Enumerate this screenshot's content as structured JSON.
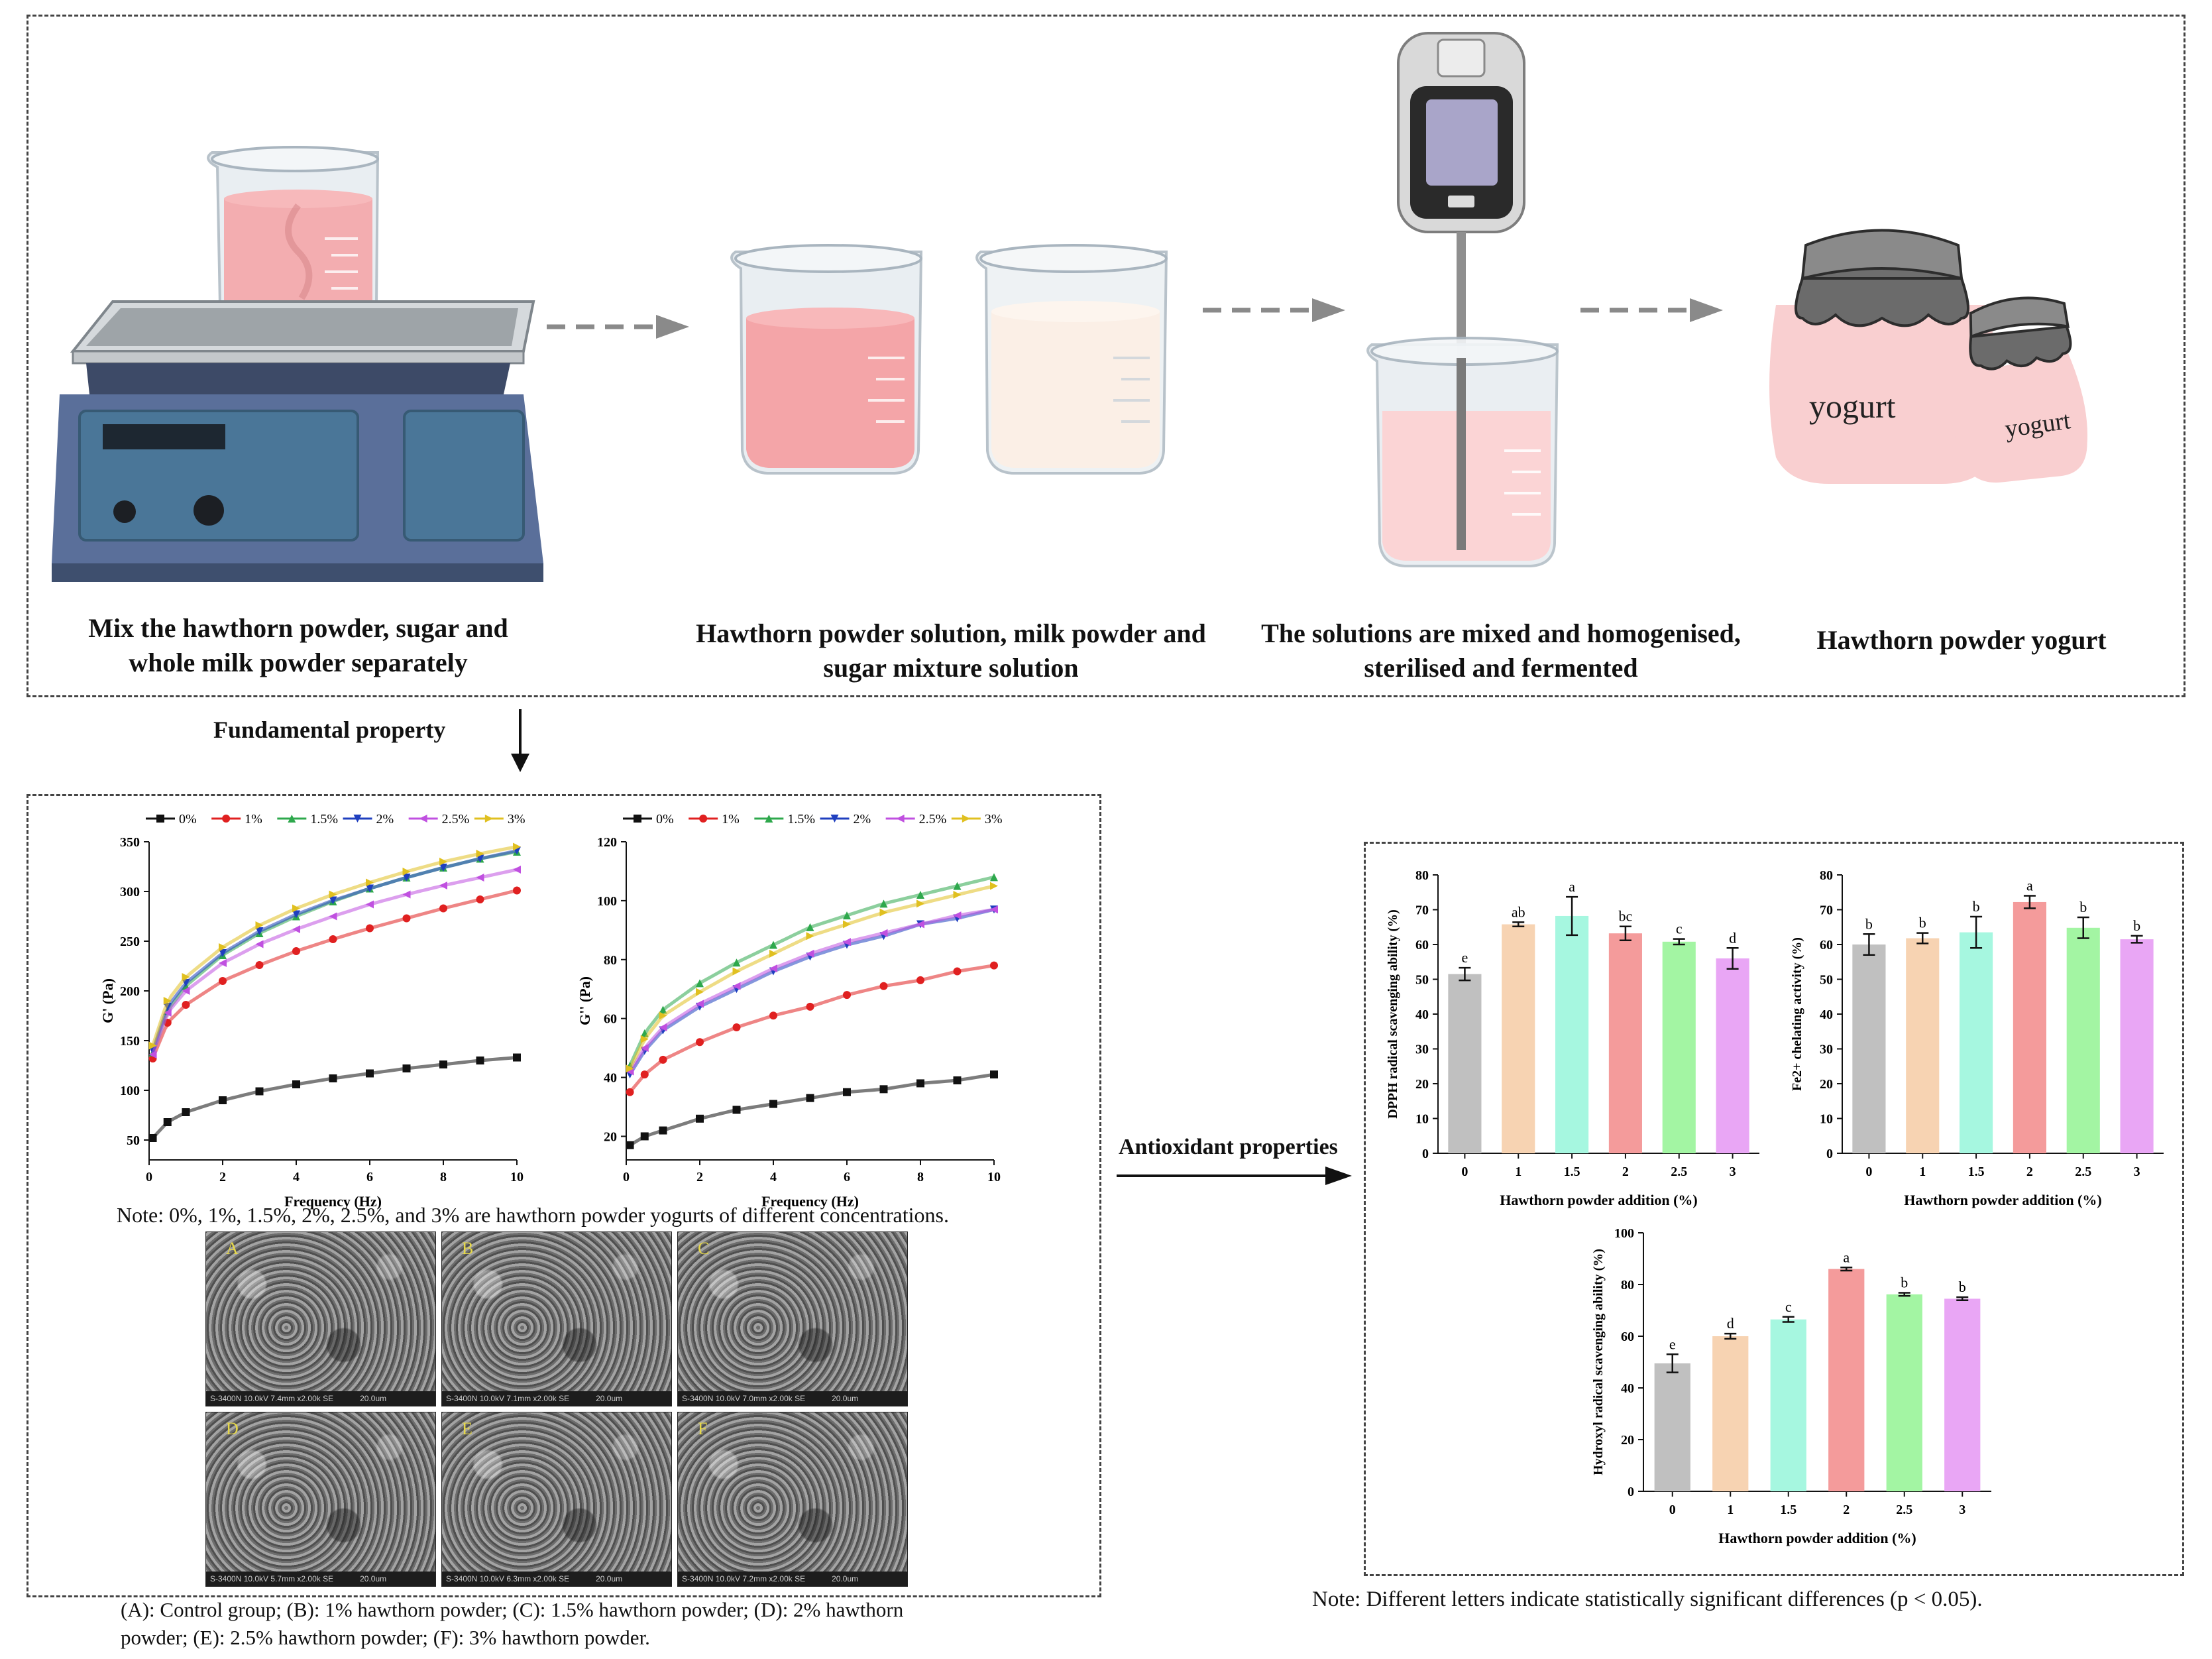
{
  "colors": {
    "beaker_pink": "#f4a5a8",
    "milk": "#fbefe6",
    "gray_arrow": "#8a8a8a",
    "scale_blue": "#4a7698",
    "hot_plate": "#3e4f6e"
  },
  "process": {
    "step1": "Mix the hawthorn powder, sugar and whole milk powder separately",
    "step2": "Hawthorn powder solution, milk powder and sugar mixture solution",
    "step3": "The solutions are mixed and homogenised, sterilised and fermented",
    "step4": "Hawthorn powder yogurt",
    "jar_label": "yogurt"
  },
  "fundamental_label": "Fundamental property",
  "antioxidant_label": "Antioxidant properties",
  "rheology_note": "Note: 0%, 1%, 1.5%, 2%, 2.5%, and 3% are hawthorn powder yogurts of different concentrations.",
  "sem": {
    "panels": [
      {
        "letter": "A",
        "info": "S-3400N 10.0kV 7.4mm x2.00k SE",
        "scale": "20.0um"
      },
      {
        "letter": "B",
        "info": "S-3400N 10.0kV 7.1mm x2.00k SE",
        "scale": "20.0um"
      },
      {
        "letter": "C",
        "info": "S-3400N 10.0kV 7.0mm x2.00k SE",
        "scale": "20.0um"
      },
      {
        "letter": "D",
        "info": "S-3400N 10.0kV 5.7mm x2.00k SE",
        "scale": "20.0um"
      },
      {
        "letter": "E",
        "info": "S-3400N 10.0kV 6.3mm x2.00k SE",
        "scale": "20.0um"
      },
      {
        "letter": "F",
        "info": "S-3400N 10.0kV 7.2mm x2.00k SE",
        "scale": "20.0um"
      }
    ],
    "caption_line1": "(A): Control group; (B): 1% hawthorn powder; (C): 1.5% hawthorn powder; (D): 2% hawthorn",
    "caption_line2": "powder; (E): 2.5% hawthorn powder; (F): 3% hawthorn powder."
  },
  "antioxidant_note": "Note: Different letters indicate statistically significant differences (p < 0.05).",
  "chart_data": [
    {
      "type": "line",
      "xlabel": "Frequency (Hz)",
      "ylabel": "G' (Pa)",
      "xlim": [
        0,
        10
      ],
      "ylim": [
        30,
        350
      ],
      "xticks": [
        0,
        2,
        4,
        6,
        8,
        10
      ],
      "yticks": [
        50,
        100,
        150,
        200,
        250,
        300,
        350
      ],
      "x": [
        0.1,
        0.5,
        1,
        2,
        3,
        4,
        5,
        6,
        7,
        8,
        9,
        10
      ],
      "series": [
        {
          "name": "0%",
          "color": "#111111",
          "marker": "square",
          "values": [
            52,
            68,
            78,
            90,
            99,
            106,
            112,
            117,
            122,
            126,
            130,
            133
          ]
        },
        {
          "name": "1%",
          "color": "#e02020",
          "marker": "circle",
          "values": [
            132,
            168,
            186,
            210,
            226,
            240,
            252,
            263,
            273,
            283,
            292,
            301
          ]
        },
        {
          "name": "1.5%",
          "color": "#2ea84c",
          "marker": "triangle-up",
          "values": [
            138,
            180,
            205,
            236,
            258,
            275,
            290,
            303,
            314,
            324,
            333,
            340
          ]
        },
        {
          "name": "2%",
          "color": "#1f3fbf",
          "marker": "triangle-down",
          "values": [
            140,
            184,
            208,
            238,
            260,
            277,
            291,
            303,
            314,
            324,
            333,
            341
          ]
        },
        {
          "name": "2.5%",
          "color": "#c050e0",
          "marker": "triangle-left",
          "values": [
            136,
            178,
            200,
            228,
            247,
            262,
            275,
            287,
            297,
            306,
            314,
            322
          ]
        },
        {
          "name": "3%",
          "color": "#e0c020",
          "marker": "triangle-right",
          "values": [
            145,
            190,
            214,
            244,
            266,
            283,
            297,
            309,
            320,
            330,
            338,
            345
          ]
        }
      ]
    },
    {
      "type": "line",
      "xlabel": "Frequency (Hz)",
      "ylabel": "G'' (Pa)",
      "xlim": [
        0,
        10
      ],
      "ylim": [
        12,
        120
      ],
      "xticks": [
        0,
        2,
        4,
        6,
        8,
        10
      ],
      "yticks": [
        20,
        40,
        60,
        80,
        100,
        120
      ],
      "x": [
        0.1,
        0.5,
        1,
        2,
        3,
        4,
        5,
        6,
        7,
        8,
        9,
        10
      ],
      "series": [
        {
          "name": "0%",
          "color": "#111111",
          "marker": "square",
          "values": [
            17,
            20,
            22,
            26,
            29,
            31,
            33,
            35,
            36,
            38,
            39,
            41
          ]
        },
        {
          "name": "1%",
          "color": "#e02020",
          "marker": "circle",
          "values": [
            35,
            41,
            46,
            52,
            57,
            61,
            64,
            68,
            71,
            73,
            76,
            78
          ]
        },
        {
          "name": "1.5%",
          "color": "#2ea84c",
          "marker": "triangle-up",
          "values": [
            44,
            55,
            63,
            72,
            79,
            85,
            91,
            95,
            99,
            102,
            105,
            108
          ]
        },
        {
          "name": "2%",
          "color": "#1f3fbf",
          "marker": "triangle-down",
          "values": [
            41,
            49,
            56,
            64,
            70,
            76,
            81,
            85,
            88,
            92,
            94,
            97
          ]
        },
        {
          "name": "2.5%",
          "color": "#c050e0",
          "marker": "triangle-left",
          "values": [
            42,
            50,
            57,
            65,
            71,
            77,
            82,
            86,
            89,
            92,
            95,
            97
          ]
        },
        {
          "name": "3%",
          "color": "#e0c020",
          "marker": "triangle-right",
          "values": [
            43,
            53,
            61,
            69,
            76,
            82,
            88,
            92,
            96,
            99,
            102,
            105
          ]
        }
      ]
    },
    {
      "type": "bar",
      "xlabel": "Hawthorn powder addition (%)",
      "ylabel": "DPPH radical scavenging ability (%)",
      "categories": [
        "0",
        "1",
        "1.5",
        "2",
        "2.5",
        "3"
      ],
      "values": [
        51.5,
        65.8,
        68.2,
        63.2,
        60.8,
        56.0
      ],
      "errors": [
        1.8,
        0.6,
        5.5,
        2.0,
        0.8,
        3.0
      ],
      "letters": [
        "e",
        "ab",
        "a",
        "bc",
        "c",
        "d"
      ],
      "ylim": [
        0,
        80
      ],
      "yticks": [
        0,
        10,
        20,
        30,
        40,
        50,
        60,
        70,
        80
      ],
      "colors": [
        "#c0c0c0",
        "#f7d3b2",
        "#a6f7e0",
        "#f49b9b",
        "#a3f5a3",
        "#e9a6f5"
      ]
    },
    {
      "type": "bar",
      "xlabel": "Hawthorn powder addition (%)",
      "ylabel": "Fe2+ chelating activity (%)",
      "categories": [
        "0",
        "1",
        "1.5",
        "2",
        "2.5",
        "3"
      ],
      "values": [
        60.0,
        61.8,
        63.5,
        72.2,
        64.8,
        61.5
      ],
      "errors": [
        3.0,
        1.5,
        4.5,
        1.8,
        3.0,
        1.0
      ],
      "letters": [
        "b",
        "b",
        "b",
        "a",
        "b",
        "b"
      ],
      "ylim": [
        0,
        80
      ],
      "yticks": [
        0,
        10,
        20,
        30,
        40,
        50,
        60,
        70,
        80
      ],
      "colors": [
        "#c0c0c0",
        "#f7d3b2",
        "#a6f7e0",
        "#f49b9b",
        "#a3f5a3",
        "#e9a6f5"
      ]
    },
    {
      "type": "bar",
      "xlabel": "Hawthorn powder addition (%)",
      "ylabel": "Hydroxyl radical scavenging ability (%)",
      "categories": [
        "0",
        "1",
        "1.5",
        "2",
        "2.5",
        "3"
      ],
      "values": [
        49.5,
        60.0,
        66.5,
        86.0,
        76.2,
        74.5
      ],
      "errors": [
        3.5,
        1.0,
        1.0,
        0.6,
        0.6,
        0.6
      ],
      "letters": [
        "e",
        "d",
        "c",
        "a",
        "b",
        "b"
      ],
      "ylim": [
        0,
        100
      ],
      "yticks": [
        0,
        20,
        40,
        60,
        80,
        100
      ],
      "colors": [
        "#c0c0c0",
        "#f7d3b2",
        "#a6f7e0",
        "#f49b9b",
        "#a3f5a3",
        "#e9a6f5"
      ]
    }
  ]
}
